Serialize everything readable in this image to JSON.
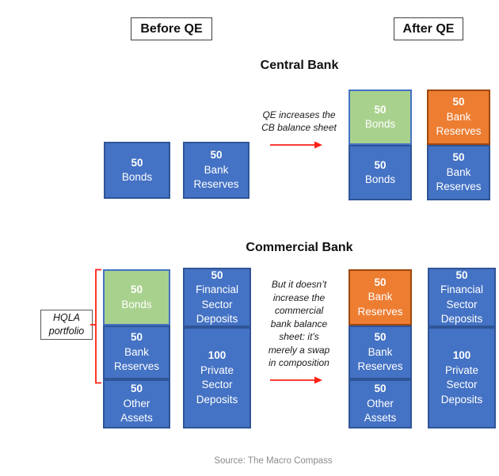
{
  "palette": {
    "blue": "#4472C4",
    "blue_border": "#2F5597",
    "green": "#A9D18E",
    "green_border": "#4472C4",
    "orange": "#ED7D31",
    "orange_border": "#9E480E",
    "red": "#FF2116"
  },
  "header": {
    "before_label": "Before QE",
    "after_label": "After QE"
  },
  "central_bank": {
    "title": "Central Bank",
    "annotation": "QE increases the\nCB balance sheet",
    "before": {
      "bonds": {
        "value": "50",
        "label": "Bonds"
      },
      "reserves": {
        "value": "50",
        "label": "Bank\nReserves"
      }
    },
    "after": {
      "assets": [
        {
          "value": "50",
          "label": "Bonds",
          "color": "green"
        },
        {
          "value": "50",
          "label": "Bonds",
          "color": "blue"
        }
      ],
      "liabilities": [
        {
          "value": "50",
          "label": "Bank\nReserves",
          "color": "orange"
        },
        {
          "value": "50",
          "label": "Bank\nReserves",
          "color": "blue"
        }
      ]
    }
  },
  "commercial_bank": {
    "title": "Commercial Bank",
    "annotation": "But it doesn’t\nincrease the\ncommercial\nbank balance\nsheet: it’s\nmerely a swap\nin composition",
    "hqla_label": "HQLA\nportfolio",
    "before": {
      "assets": [
        {
          "value": "50",
          "label": "Bonds",
          "color": "green"
        },
        {
          "value": "50",
          "label": "Bank\nReserves",
          "color": "blue"
        },
        {
          "value": "50",
          "label": "Other\nAssets",
          "color": "blue"
        }
      ],
      "liabilities": [
        {
          "value": "50",
          "label": "Financial\nSector\nDeposits",
          "color": "blue"
        },
        {
          "value": "100",
          "label": "Private\nSector\nDeposits",
          "color": "blue"
        }
      ]
    },
    "after": {
      "assets": [
        {
          "value": "50",
          "label": "Bank\nReserves",
          "color": "orange"
        },
        {
          "value": "50",
          "label": "Bank\nReserves",
          "color": "blue"
        },
        {
          "value": "50",
          "label": "Other\nAssets",
          "color": "blue"
        }
      ],
      "liabilities": [
        {
          "value": "50",
          "label": "Financial\nSector\nDeposits",
          "color": "blue"
        },
        {
          "value": "100",
          "label": "Private\nSector\nDeposits",
          "color": "blue"
        }
      ]
    }
  },
  "footer": {
    "source": "Source: The Macro Compass"
  }
}
